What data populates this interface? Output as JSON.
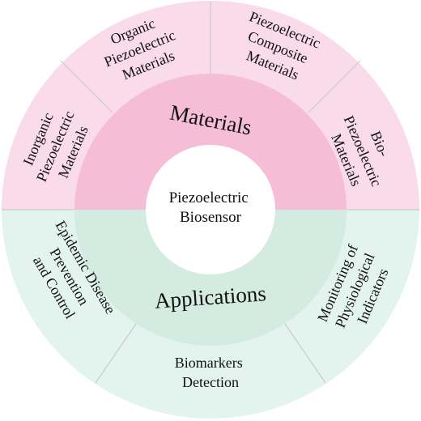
{
  "diagram": {
    "center": {
      "lines": [
        "Piezoelectric",
        "Biosensor"
      ]
    },
    "inner_ring": {
      "top_label": "Materials",
      "bottom_label": "Applications"
    },
    "outer_ring": {
      "materials": [
        {
          "lines": [
            "Inorganic",
            "Piezoelectric",
            "Materials"
          ]
        },
        {
          "lines": [
            "Organic",
            "Piezoelectric",
            "Materials"
          ]
        },
        {
          "lines": [
            "Piezoelectric",
            "Composite",
            "Materials"
          ]
        },
        {
          "lines": [
            "Bio-",
            "Piezoelectric",
            "Materials"
          ]
        }
      ],
      "applications": [
        {
          "lines": [
            "Epidemic Disease",
            "Prevention",
            "and Control"
          ]
        },
        {
          "lines": [
            "Biomarkers",
            "Detection"
          ]
        },
        {
          "lines": [
            "Monitoring of",
            "Physiological",
            "Indicators"
          ]
        }
      ]
    },
    "colors": {
      "materials_outer": "#f9dbe9",
      "materials_inner": "#f6bdd6",
      "applications_outer": "#e3f4ee",
      "applications_inner": "#d3ebe0",
      "center_fill": "#ffffff",
      "text": "#111111"
    }
  }
}
